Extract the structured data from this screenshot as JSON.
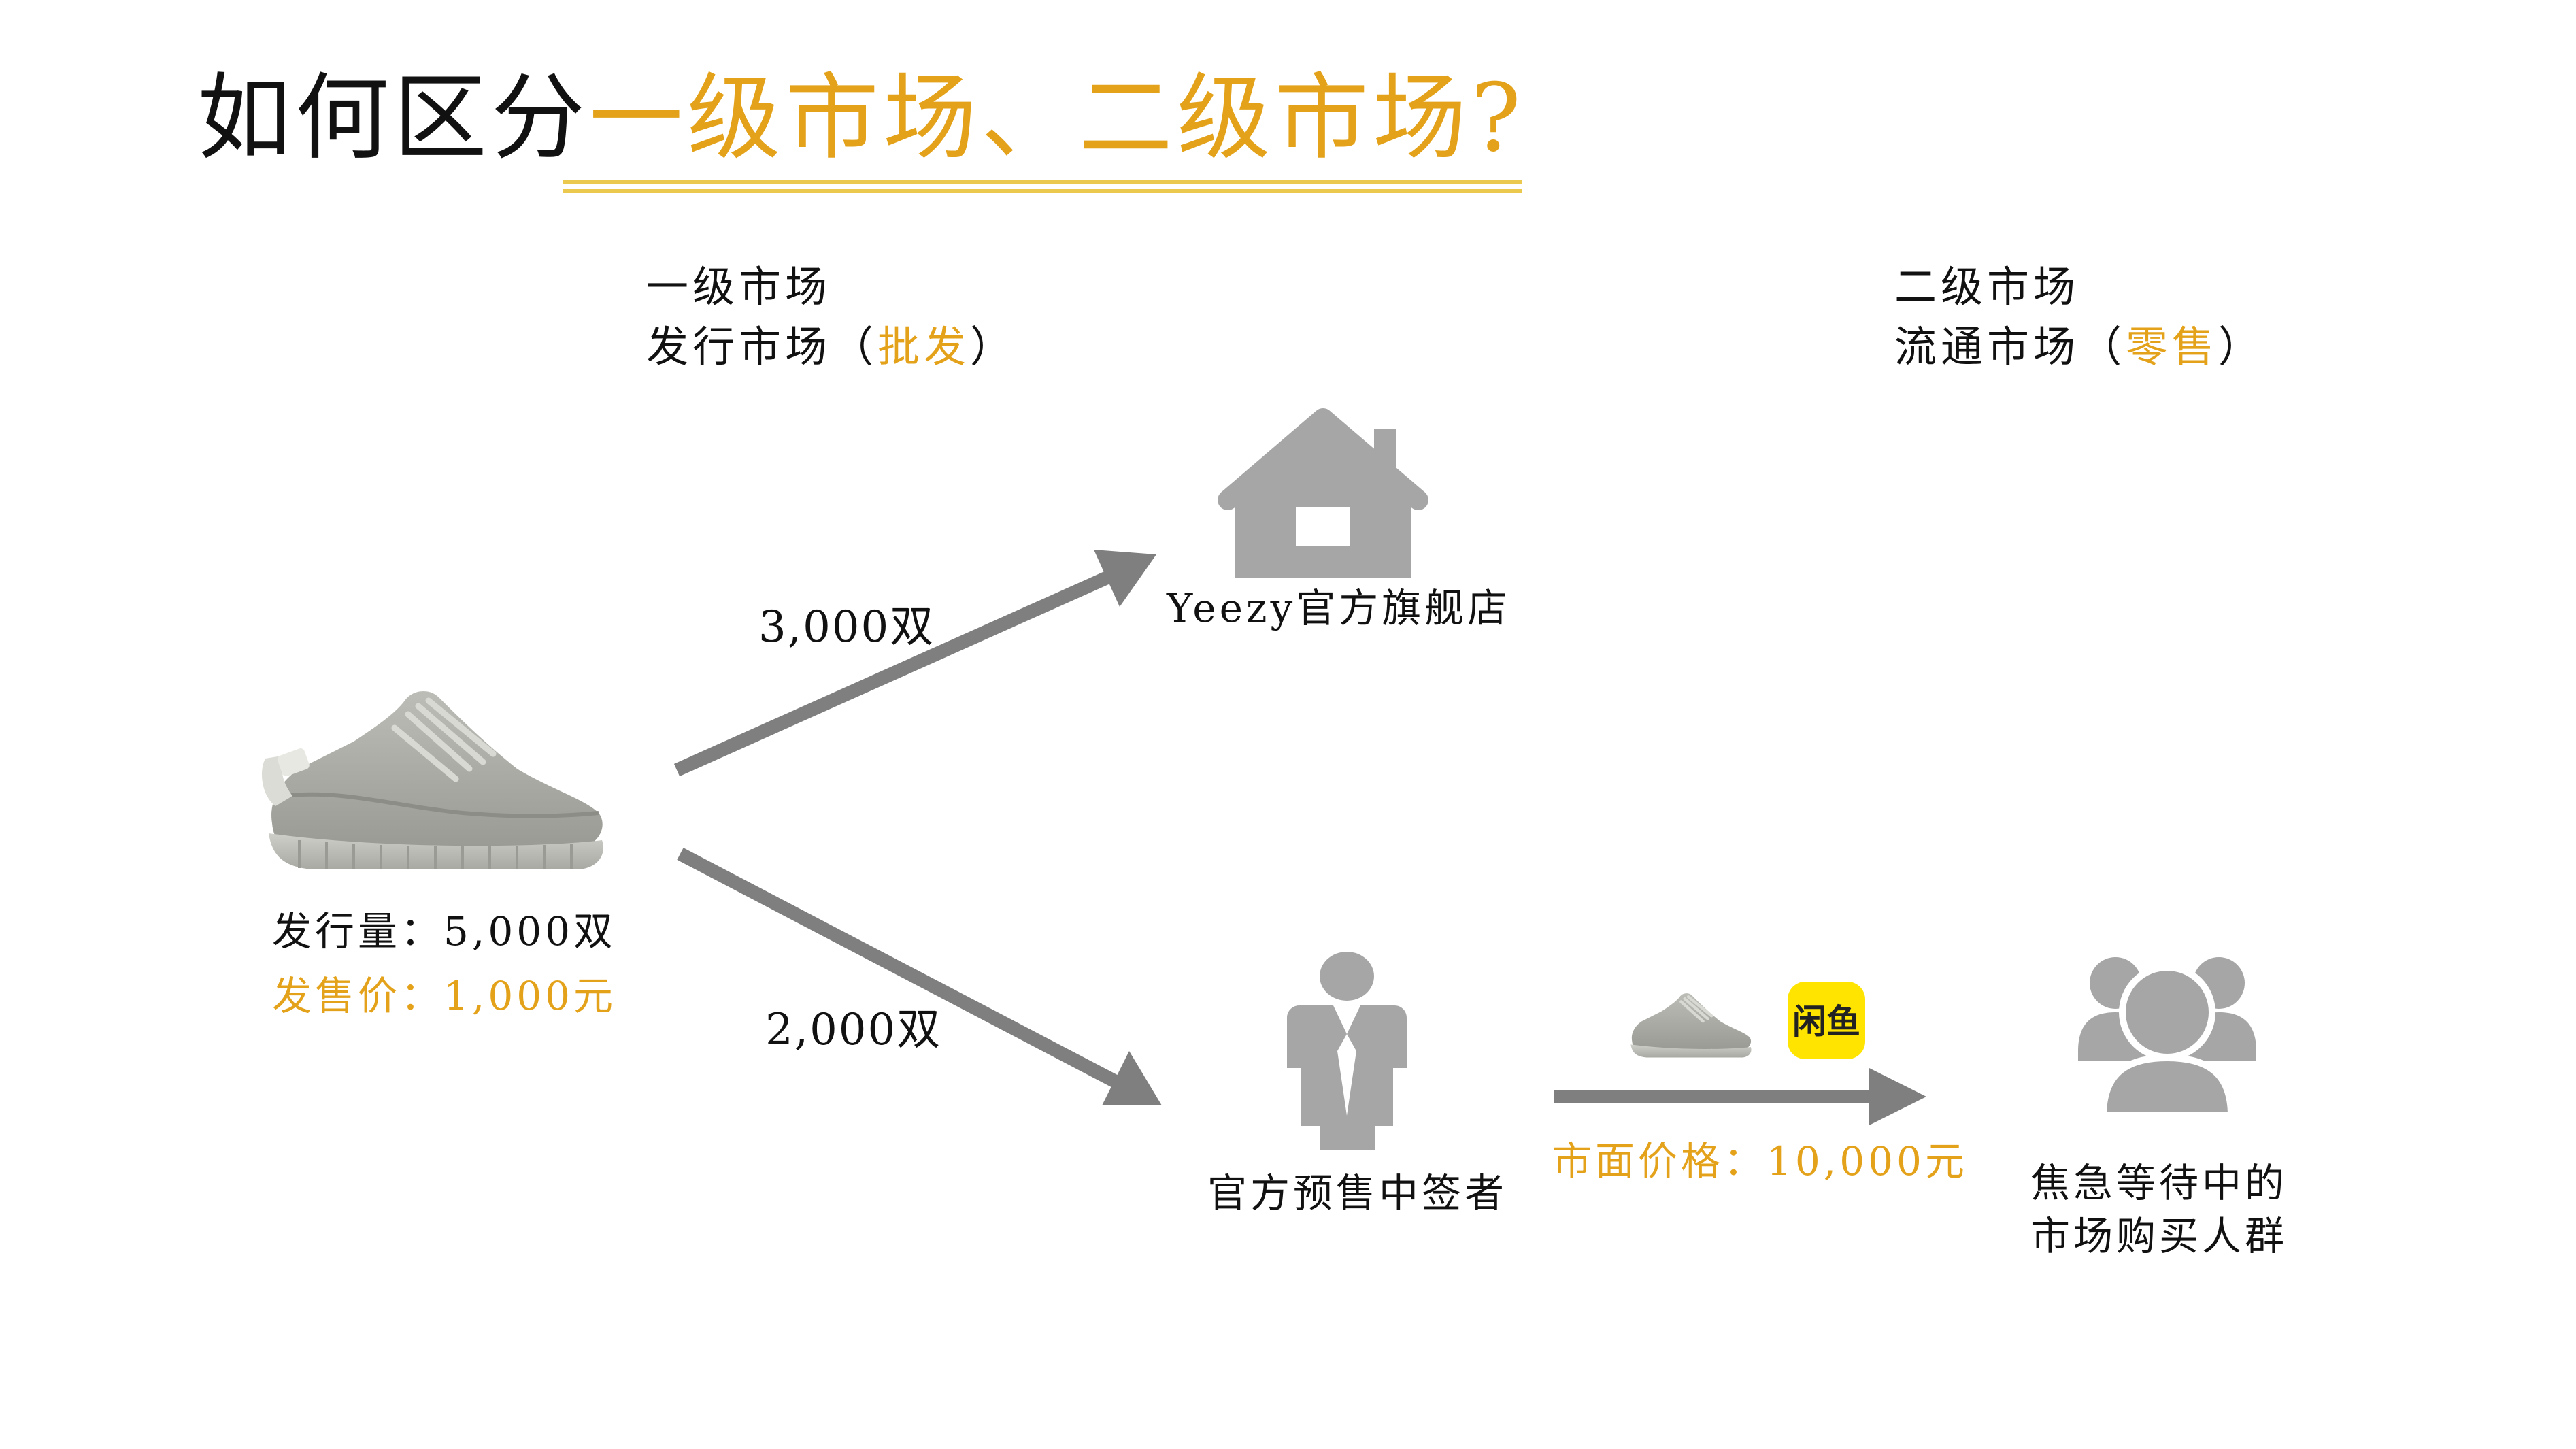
{
  "title": {
    "prefix": "如何区分",
    "highlight": "一级市场、二级市场?"
  },
  "primary_market": {
    "line1": "一级市场",
    "line2_prefix": "发行市场（",
    "line2_highlight": "批发",
    "line2_suffix": "）"
  },
  "secondary_market": {
    "line1": "二级市场",
    "line2_prefix": "流通市场（",
    "line2_highlight": "零售",
    "line2_suffix": "）"
  },
  "product": {
    "issue_volume": "发行量：5,000双",
    "issue_price": "发售价：1,000元",
    "image": "sneaker-icon"
  },
  "flows": {
    "to_store_qty": "3,000双",
    "to_presale_qty": "2,000双"
  },
  "store": {
    "label": "Yeezy官方旗舰店",
    "icon": "house-icon"
  },
  "presale": {
    "label": "官方预售中签者",
    "icon": "person-icon"
  },
  "resale": {
    "market_price": "市面价格：10,000元",
    "app_icon": "xianyu-app-icon",
    "app_logo_text": "闲鱼"
  },
  "buyers": {
    "line1": "焦急等待中的",
    "line2": "市场购买人群",
    "icon": "group-icon"
  },
  "colors": {
    "accent": "#E3A21A",
    "underline": "#EBC94E",
    "icon_gray": "#A6A6A6",
    "arrow_gray": "#7F7F7F",
    "app_yellow": "#FFE400"
  }
}
